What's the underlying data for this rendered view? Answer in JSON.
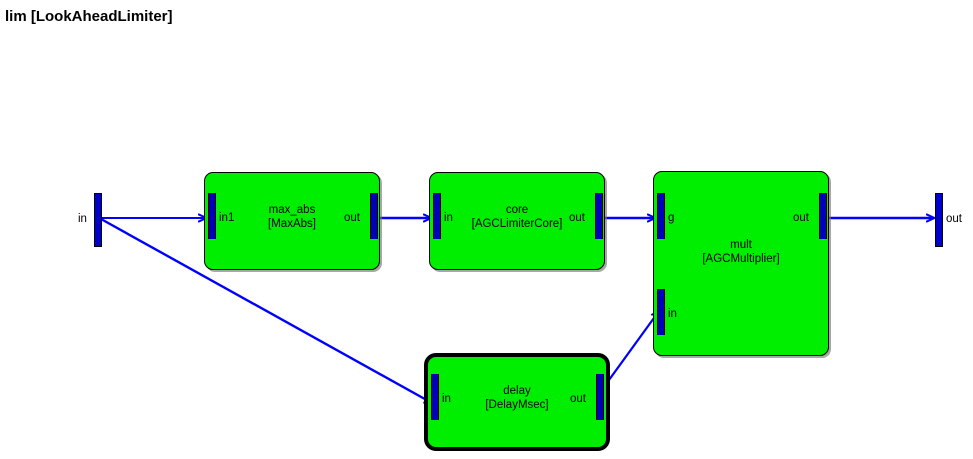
{
  "diagram": {
    "title": "lim [LookAheadLimiter]",
    "colors": {
      "block_fill": "#00ee00",
      "wire": "#0000ff",
      "port": "#0000bb",
      "border": "#000000",
      "background": "#ffffff"
    }
  },
  "terminals": {
    "input": {
      "label": "in"
    },
    "output": {
      "label": "out"
    }
  },
  "blocks": [
    {
      "id": "max_abs",
      "name": "max_abs",
      "type": "[MaxAbs]",
      "selected": false,
      "ports": {
        "in1": "in1",
        "out": "out"
      }
    },
    {
      "id": "core",
      "name": "core",
      "type": "[AGCLimiterCore]",
      "selected": false,
      "ports": {
        "in": "in",
        "out": "out"
      }
    },
    {
      "id": "mult",
      "name": "mult",
      "type": "[AGCMultiplier]",
      "selected": false,
      "ports": {
        "g": "g",
        "in": "in",
        "out": "out"
      }
    },
    {
      "id": "delay",
      "name": "delay",
      "type": "[DelayMsec]",
      "selected": true,
      "ports": {
        "in": "in",
        "out": "out"
      }
    }
  ],
  "connections": [
    {
      "from": "input",
      "to": "max_abs.in1"
    },
    {
      "from": "input",
      "to": "delay.in"
    },
    {
      "from": "max_abs.out",
      "to": "core.in"
    },
    {
      "from": "core.out",
      "to": "mult.g"
    },
    {
      "from": "delay.out",
      "to": "mult.in"
    },
    {
      "from": "mult.out",
      "to": "output"
    }
  ]
}
